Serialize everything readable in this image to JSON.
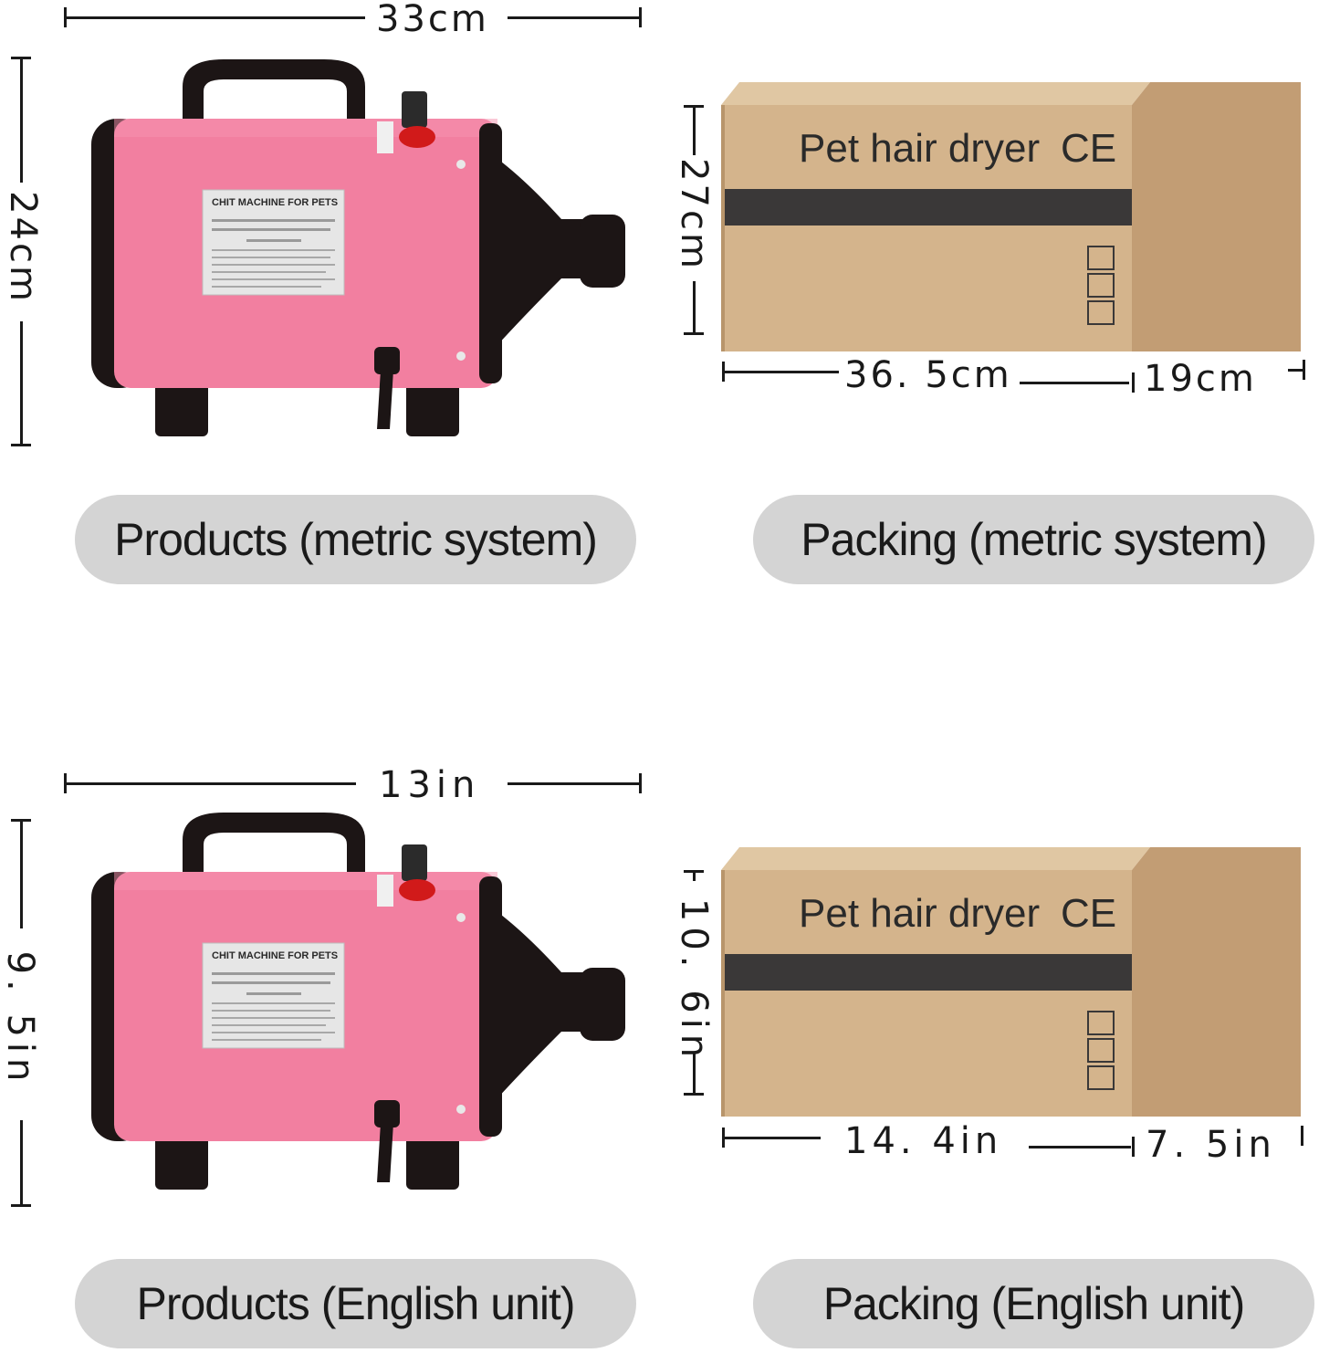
{
  "sections": {
    "product_metric": {
      "width_label": "33cm",
      "height_label": "24cm",
      "caption": "Products (metric system)",
      "device_label": "CHIT MACHINE FOR PETS"
    },
    "packing_metric": {
      "height_label": "27cm",
      "length_label": "36. 5cm",
      "depth_label": "19cm",
      "caption": "Packing (metric system)",
      "box_text": "Pet hair dryer",
      "ce_mark": "CE"
    },
    "product_english": {
      "width_label": "13in",
      "height_label": "9. 5in",
      "caption": "Products (English unit)",
      "device_label": "CHIT MACHINE FOR PETS"
    },
    "packing_english": {
      "height_label": "10. 6in",
      "length_label": "14. 4in",
      "depth_label": "7. 5in",
      "caption": "Packing (English unit)",
      "box_text": "Pet hair dryer",
      "ce_mark": "CE"
    }
  },
  "colors": {
    "dryer_body": "#f27fa0",
    "dryer_dark": "#1c1515",
    "box_front": "#d4b48c",
    "box_side": "#c29d74",
    "box_top": "#e0c7a3",
    "tape": "#3a3838",
    "caption_pill": "#d4d4d4"
  }
}
